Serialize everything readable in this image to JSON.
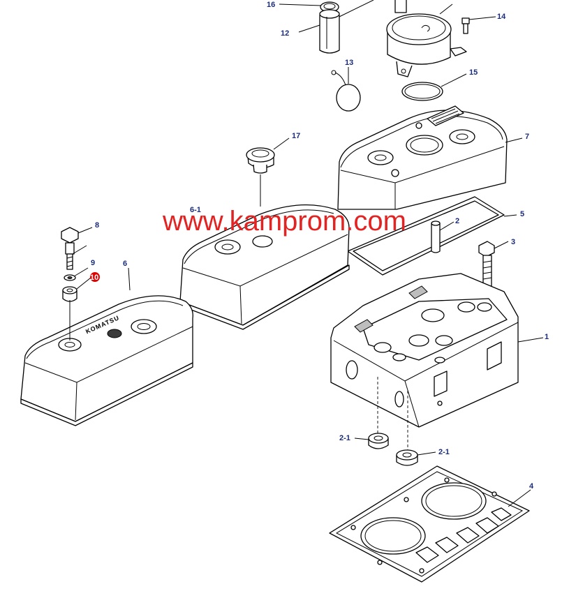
{
  "watermark": "www.kamprom.com",
  "cover_logo": "KOMATSU",
  "callouts": {
    "c1": "1",
    "c2": "2",
    "c2_1a": "2-1",
    "c2_1b": "2-1",
    "c3": "3",
    "c4": "4",
    "c5": "5",
    "c6": "6",
    "c6_1": "6-1",
    "c7": "7",
    "c8": "8",
    "c9": "9",
    "c10": "10",
    "c12": "12",
    "c13": "13",
    "c14": "14",
    "c15": "15",
    "c16": "16",
    "c17": "17"
  },
  "colors": {
    "callout": "#1a2c7a",
    "highlight": "#e00000",
    "watermark": "#e32222"
  }
}
